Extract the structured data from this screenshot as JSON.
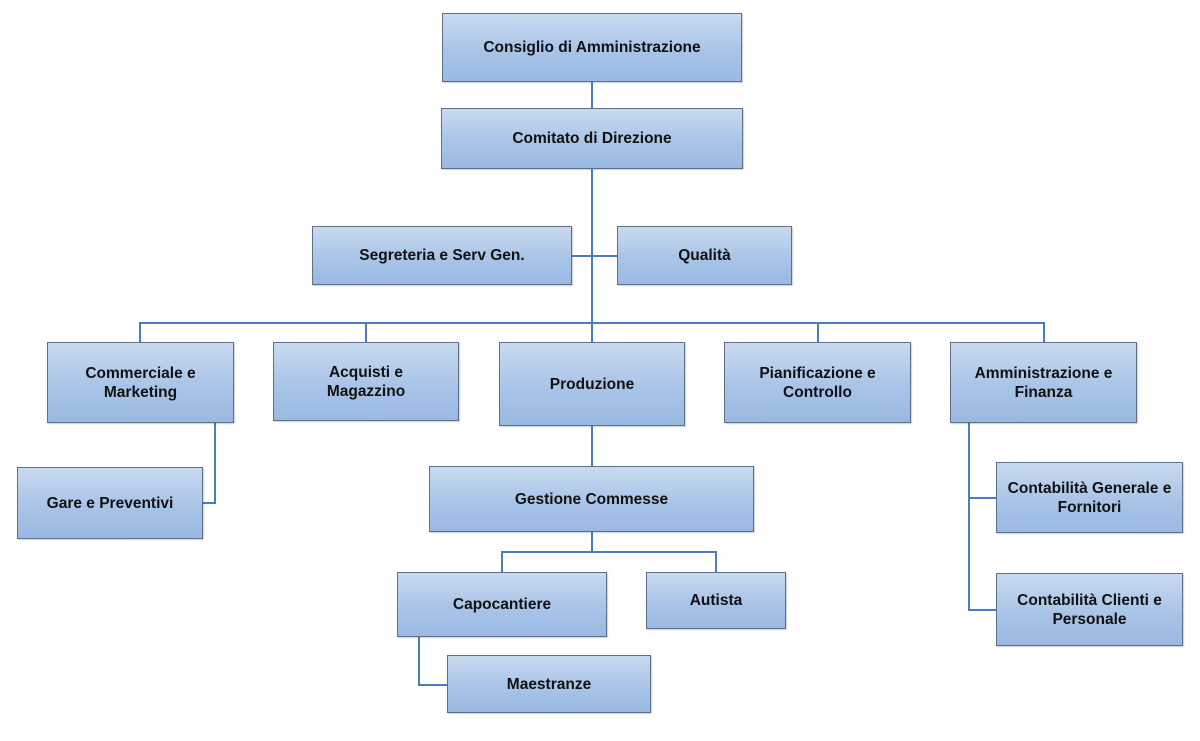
{
  "org_chart": {
    "consiglio": "Consiglio di Amministrazione",
    "comitato": "Comitato di Direzione",
    "segreteria": "Segreteria e Serv Gen.",
    "qualita": "Qualità",
    "commerciale": "Commerciale e\nMarketing",
    "acquisti": "Acquisti e\nMagazzino",
    "produzione": "Produzione",
    "pianificazione": "Pianificazione e\nControllo",
    "amministrazione": "Amministrazione e\nFinanza",
    "gare": "Gare e Preventivi",
    "gestione": "Gestione Commesse",
    "capocantiere": "Capocantiere",
    "autista": "Autista",
    "maestranze": "Maestranze",
    "contabilita_generale": "Contabilità Generale e\nFornitori",
    "contabilita_clienti": "Contabilità Clienti e\nPersonale"
  },
  "colors": {
    "box_fill_top": "#c9daf0",
    "box_fill_bottom": "#9ab9e2",
    "box_border": "#5f6f86",
    "connector": "#4a7ebb"
  }
}
